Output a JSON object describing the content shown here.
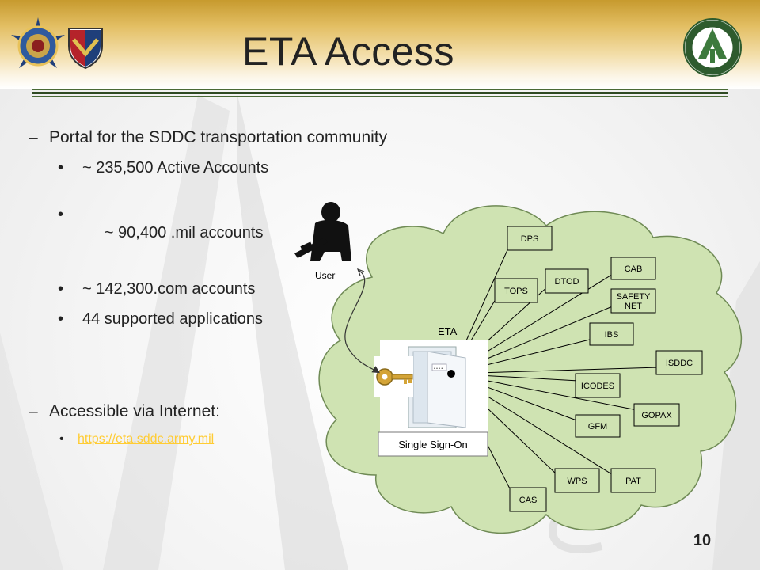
{
  "slide": {
    "title": "ETA Access",
    "page_number": "10"
  },
  "bullets": {
    "portal": "Portal for the SDDC transportation community",
    "active_accounts": "~ 235,500 Active Accounts",
    "mil_accounts": " ~ 90,400 .mil accounts",
    "com_accounts": "~ 142,300.com accounts",
    "supported_apps": "44 supported applications",
    "accessible": "Accessible via Internet:",
    "link": "https://eta.sddc.army.mil"
  },
  "markers": {
    "dash": "–",
    "dot": "•"
  },
  "diagram": {
    "user_label": "User",
    "eta_label": "ETA",
    "sso_label": "Single Sign-On",
    "applications": [
      "DPS",
      "TOPS",
      "DTOD",
      "CAB",
      "SAFETY NET",
      "IBS",
      "ISDDC",
      "ICODES",
      "GOPAX",
      "GFM",
      "WPS",
      "PAT",
      "CAS"
    ],
    "door_keypad": "• • • •"
  },
  "colors": {
    "cloud_fill": "#cfe3b2",
    "cloud_stroke": "#6f8a55",
    "box_fill": "#cfe3b2",
    "header_gold": "#c79a2e",
    "rule_green": "#4a6a35",
    "link": "#ffcc33"
  },
  "icons": [
    "usa-seal-icon",
    "shield-logo-icon",
    "sddc-seal-icon",
    "soldier-silhouette-icon",
    "key-icon",
    "door-icon"
  ]
}
